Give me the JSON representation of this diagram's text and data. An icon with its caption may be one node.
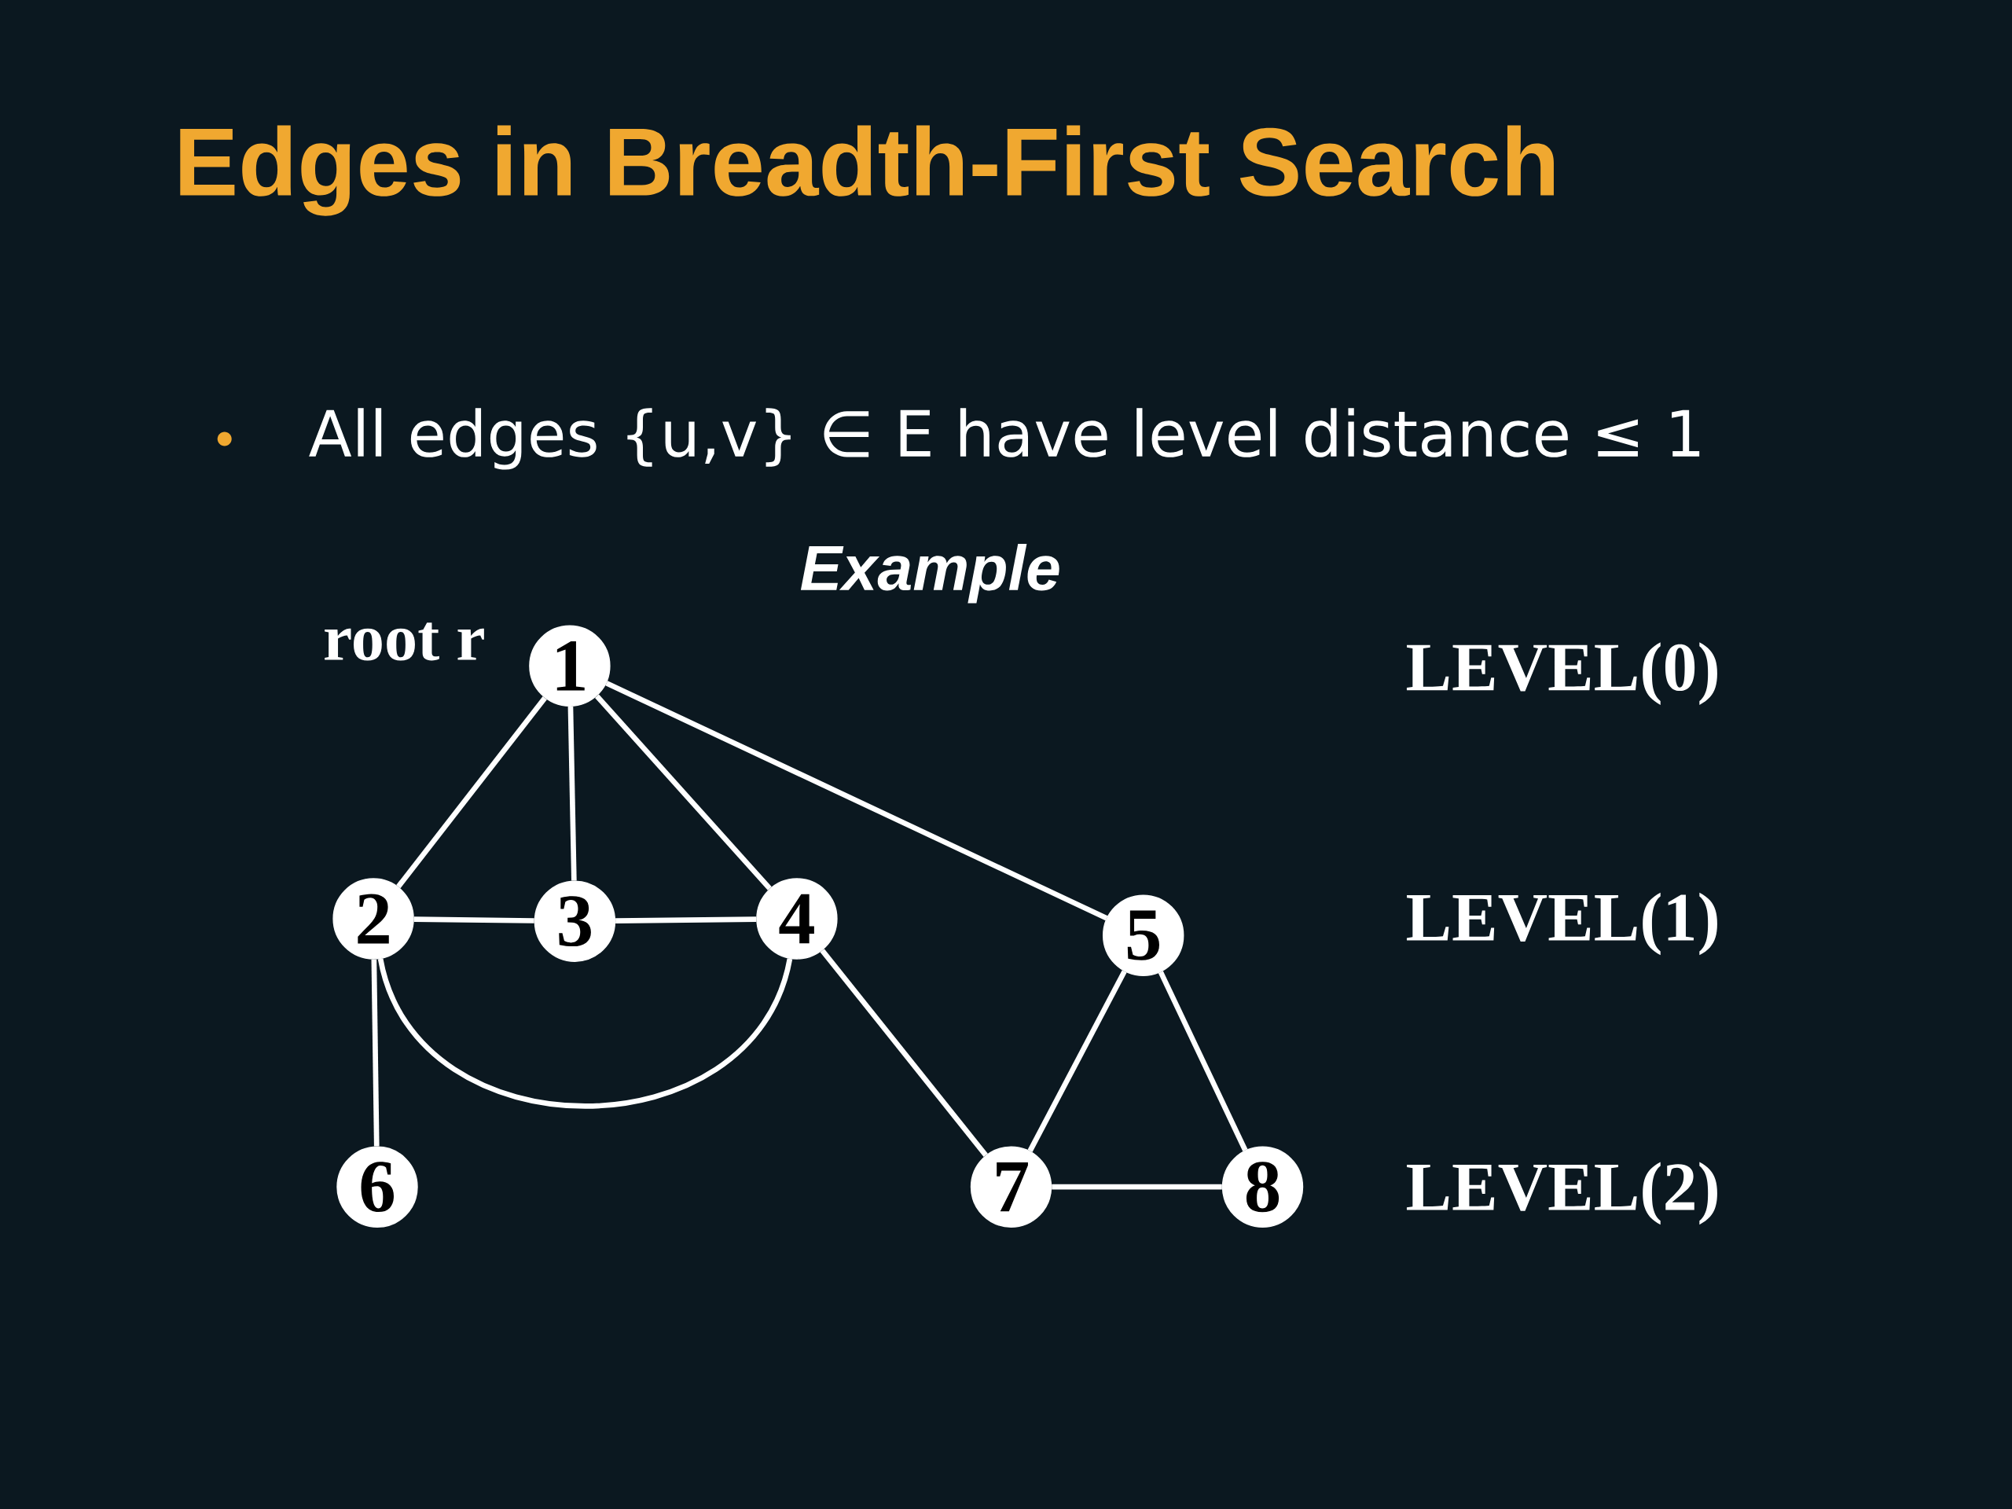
{
  "diagram": {
    "title": "Edges in Breadth-First Search",
    "nodes": [
      {
        "text": [
          "1"
        ],
        "beside": [
          "root r"
        ]
      },
      {
        "text": [
          "2"
        ]
      },
      {
        "text": [
          "3"
        ]
      },
      {
        "text": [
          "4"
        ]
      },
      {
        "text": [
          "5"
        ]
      },
      {
        "text": [
          "6"
        ]
      },
      {
        "text": [
          "7"
        ]
      },
      {
        "text": [
          "8"
        ]
      }
    ],
    "edges": [
      {
        "from": 0,
        "to": 1,
        "arrow": "none"
      },
      {
        "from": 0,
        "to": 2,
        "arrow": "none"
      },
      {
        "from": 0,
        "to": 3,
        "arrow": "none"
      },
      {
        "from": 0,
        "to": 4,
        "arrow": "none"
      },
      {
        "from": 1,
        "to": 2,
        "arrow": "none"
      },
      {
        "from": 2,
        "to": 3,
        "arrow": "none"
      },
      {
        "from": 1,
        "to": 3,
        "arrow": "none"
      },
      {
        "from": 1,
        "to": 5,
        "arrow": "none"
      },
      {
        "from": 3,
        "to": 6,
        "arrow": "none"
      },
      {
        "from": 4,
        "to": 6,
        "arrow": "none"
      },
      {
        "from": 4,
        "to": 7,
        "arrow": "none"
      },
      {
        "from": 6,
        "to": 7,
        "arrow": "none"
      }
    ],
    "labels": [
      "All edges {u,v} ∈ E have level distance ≤ 1",
      "Example",
      "LEVEL(0)",
      "LEVEL(1)",
      "LEVEL(2)"
    ]
  }
}
